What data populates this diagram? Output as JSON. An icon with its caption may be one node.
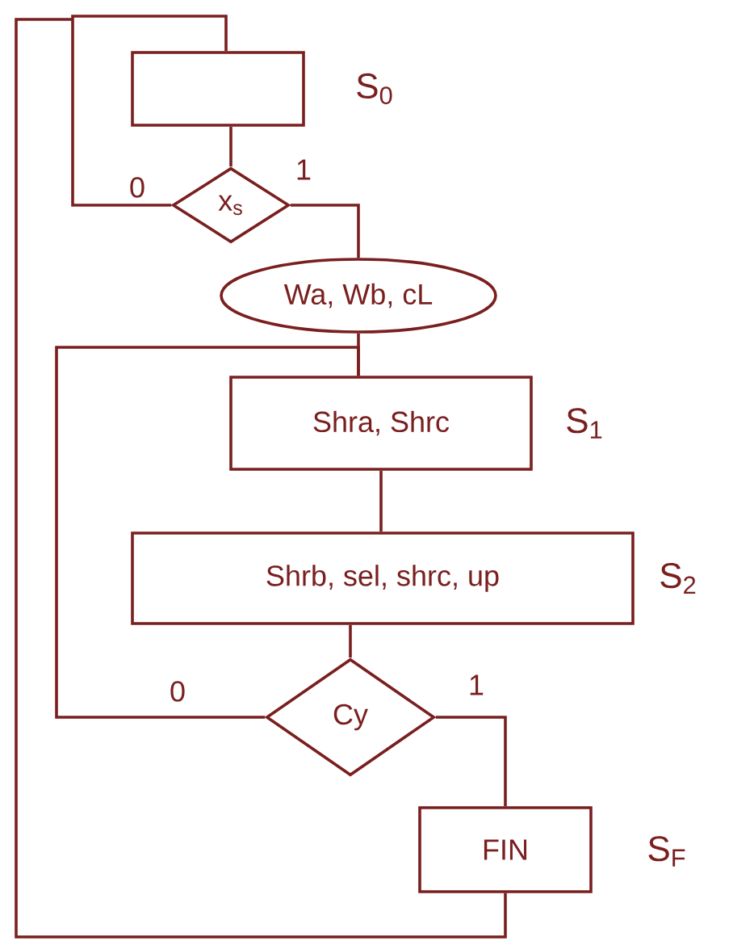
{
  "diagram": {
    "nodes": [
      {
        "text": [],
        "shape": "box",
        "beside": [
          "S$_{0}$"
        ]
      },
      {
        "text": [
          "x$_{s}$"
        ]
      },
      {
        "text": [
          "Wa, Wb, cL"
        ]
      },
      {
        "text": [
          "Shra, Shrc"
        ],
        "beside": [
          "S$_{1}$"
        ]
      },
      {
        "text": [
          "Shrb, sel, shrc, up"
        ],
        "beside": [
          "S$_{2}$"
        ]
      },
      {
        "text": [
          "Cy"
        ]
      },
      {
        "text": [
          "FIN"
        ],
        "beside": [
          "S$_{F}$"
        ]
      }
    ],
    "edges": [
      {
        "from": 0,
        "to": 1,
        "arrow": "none"
      },
      {
        "from": 1,
        "to": 0,
        "arrow": "none",
        "label": "0"
      },
      {
        "from": 1,
        "to": 2,
        "arrow": "none",
        "label": "1"
      },
      {
        "from": 2,
        "to": 3,
        "arrow": "none"
      },
      {
        "from": 3,
        "to": 4,
        "arrow": "none"
      },
      {
        "from": 4,
        "to": 5,
        "arrow": "none"
      },
      {
        "from": 5,
        "to": 3,
        "arrow": "none",
        "label": "0"
      },
      {
        "from": 5,
        "to": 6,
        "arrow": "none",
        "label": "1"
      },
      {
        "from": 6,
        "to": 0,
        "arrow": "none"
      }
    ]
  }
}
